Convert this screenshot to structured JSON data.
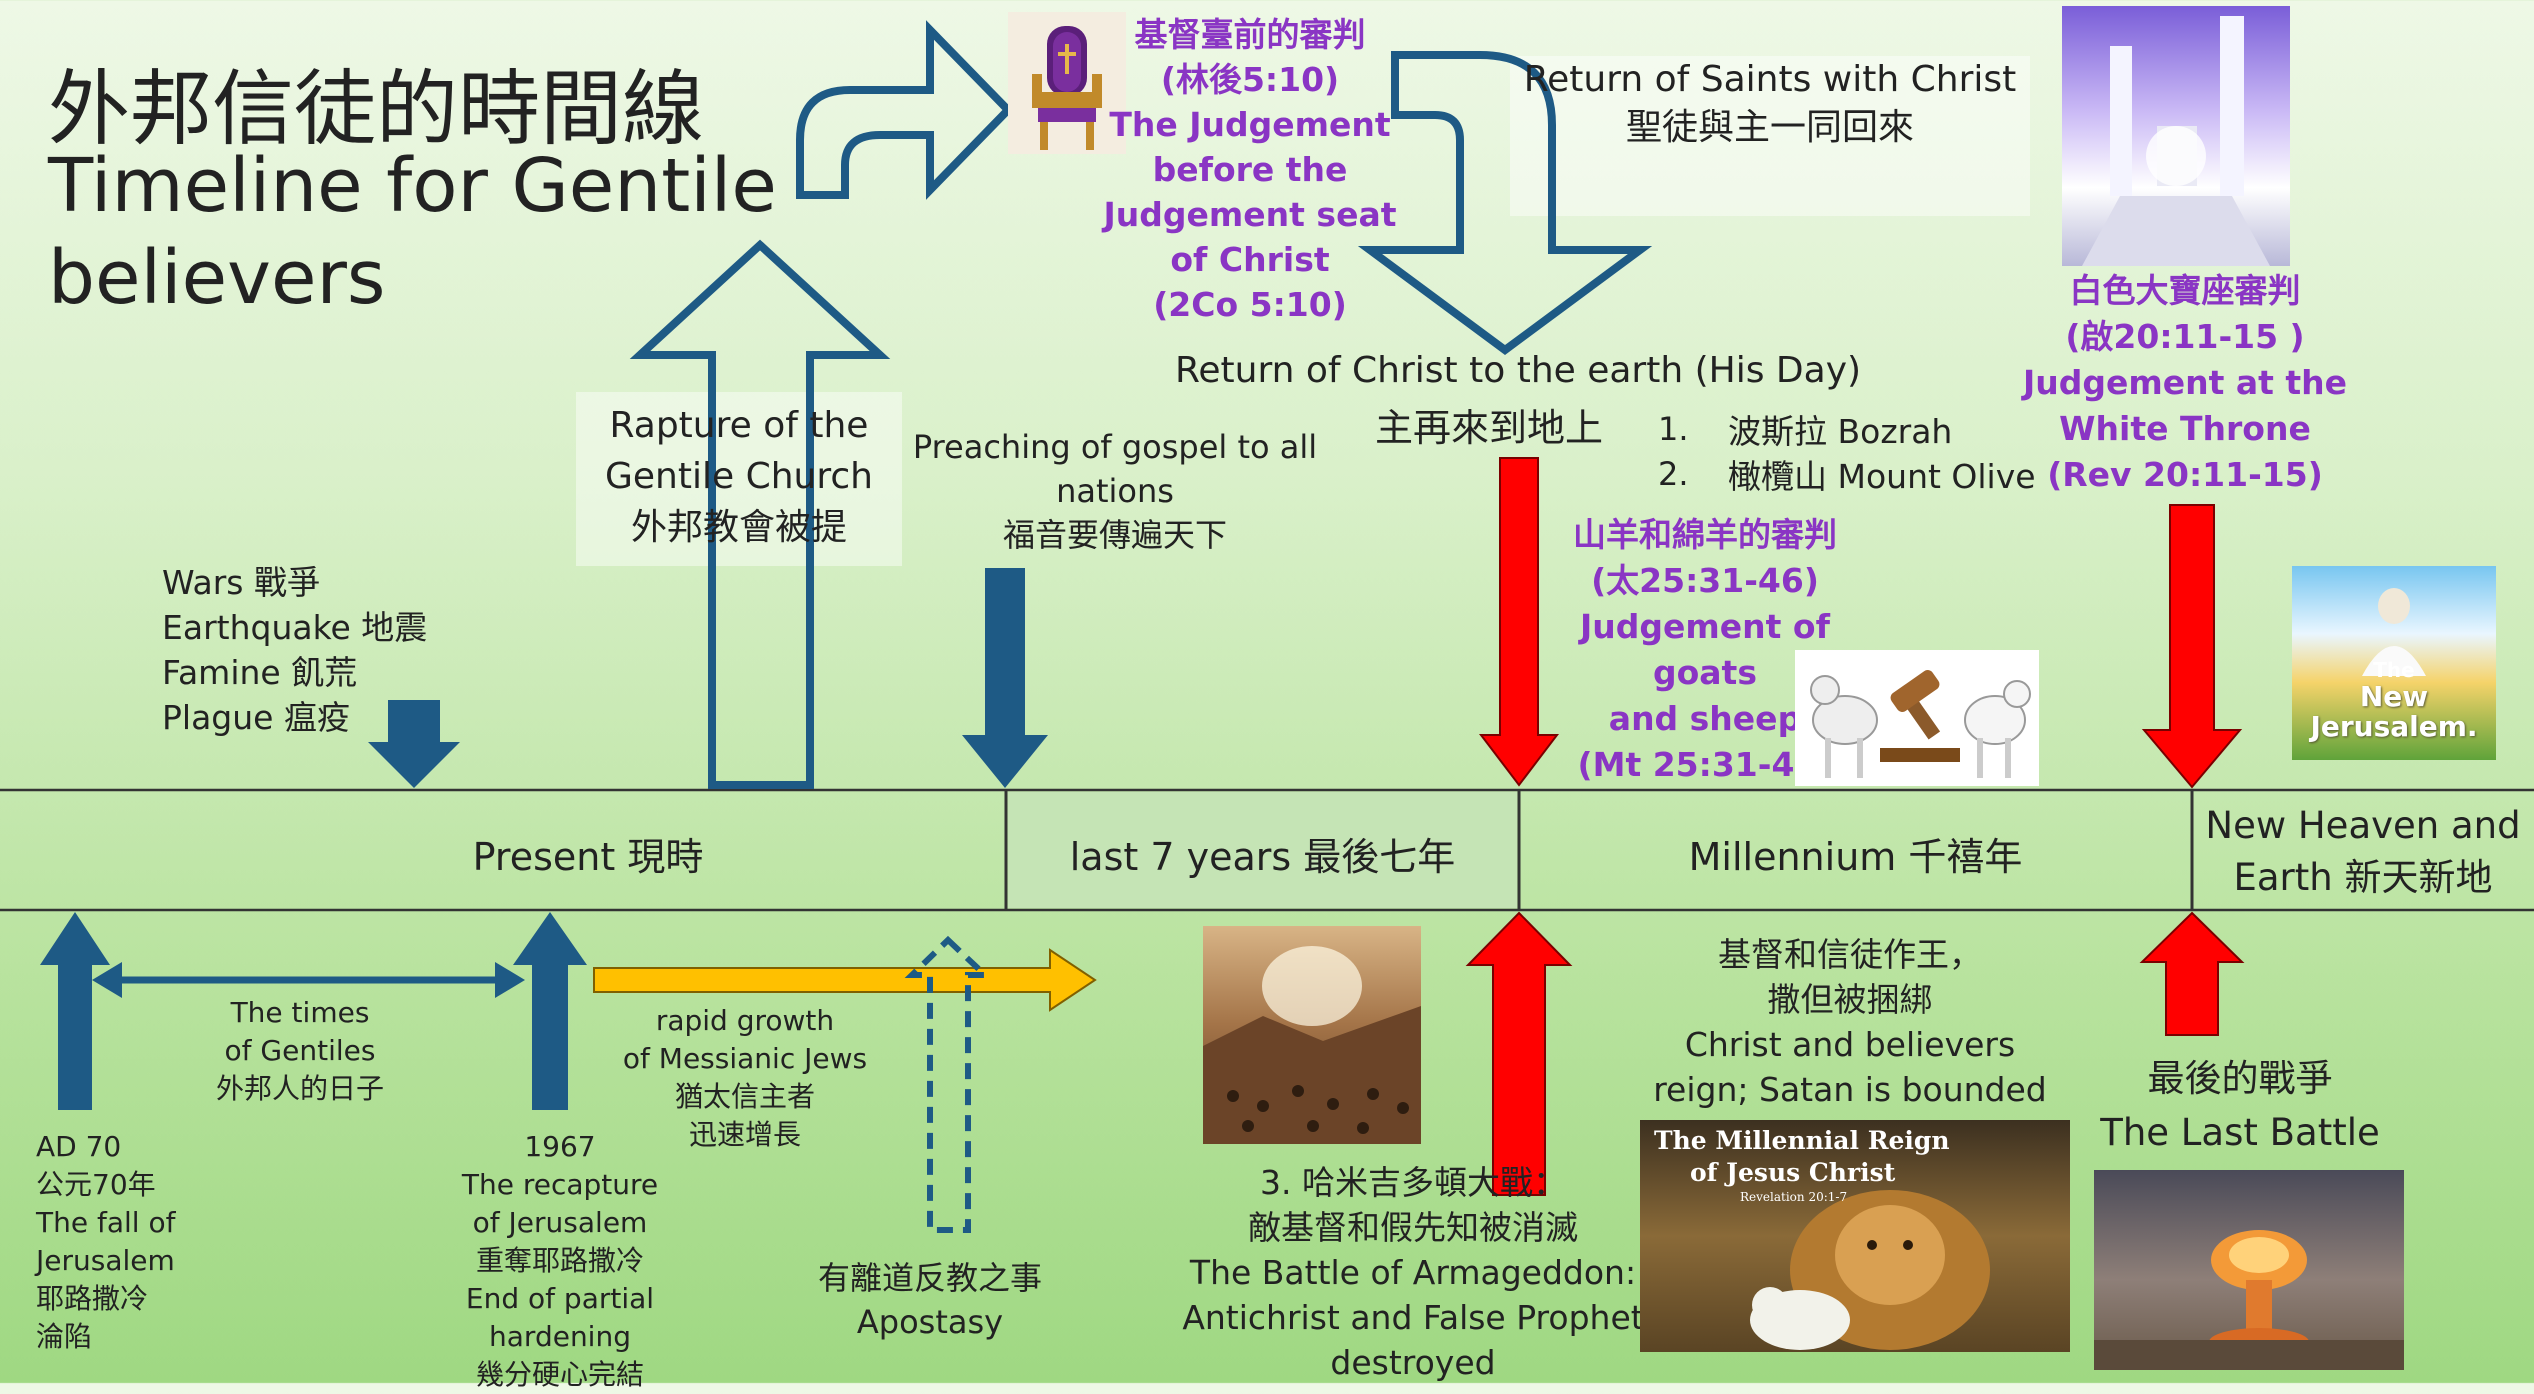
{
  "title": {
    "zh": "外邦信徒的時間線",
    "en_line1": "Timeline for Gentile",
    "en_line2": "believers"
  },
  "signs": [
    "Wars 戰爭",
    "Earthquake 地震",
    "Famine 飢荒",
    "Plague 瘟疫"
  ],
  "rapture": {
    "line1": "Rapture of the",
    "line2": "Gentile Church",
    "line3": "外邦教會被提"
  },
  "preaching": {
    "line1": "Preaching of gospel to all",
    "line2": "nations",
    "line3": "福音要傳遍天下"
  },
  "bema": {
    "zh": "基督臺前的審判",
    "ref_zh": "(林後5:10)",
    "line1": "The Judgement",
    "line2": "before the",
    "line3": "Judgement seat",
    "line4": "of Christ",
    "ref_en": "(2Co 5:10)"
  },
  "saints_return": {
    "en": "Return of Saints with Christ",
    "zh": "聖徒與主一同回來"
  },
  "christ_return": {
    "en": "Return of Christ to the earth (His Day)",
    "zh": "主再來到地上",
    "item1_num": "1.",
    "item1": "波斯拉 Bozrah",
    "item2_num": "2.",
    "item2": "橄欖山 Mount Olive"
  },
  "goats_sheep": {
    "zh": "山羊和綿羊的審判",
    "ref_zh": "(太25:31-46)",
    "line1": "Judgement of goats",
    "line2": "and sheep",
    "ref_en": "(Mt 25:31-46)"
  },
  "white_throne": {
    "zh": "白色大寶座審判",
    "ref_zh": "(啟20:11-15 )",
    "line1": "Judgement at the",
    "line2": "White Throne",
    "ref_en": "(Rev 20:11-15)"
  },
  "new_jerusalem_img": {
    "line1": "The",
    "line2": "New",
    "line3": "Jerusalem."
  },
  "timeline": {
    "present": "Present 現時",
    "last7": "last 7 years 最後七年",
    "millennium": "Millennium 千禧年",
    "new_heaven1": "New Heaven and",
    "new_heaven2": "Earth 新天新地"
  },
  "ad70": {
    "line1": "AD 70",
    "line2": "公元70年",
    "line3": "The fall of",
    "line4": "Jerusalem",
    "line5": "耶路撒冷",
    "line6": "淪陷"
  },
  "gentile_times": {
    "line1": "The times",
    "line2": "of Gentiles",
    "line3": "外邦人的日子"
  },
  "y1967": {
    "line1": "1967",
    "line2": "The recapture",
    "line3": "of Jerusalem",
    "line4": "重奪耶路撒冷",
    "line5": "End of partial hardening",
    "line6": "幾分硬心完結"
  },
  "messianic": {
    "line1": "rapid growth",
    "line2": "of Messianic Jews",
    "line3": "猶太信主者",
    "line4": "迅速增長"
  },
  "apostasy": {
    "zh": "有離道反教之事",
    "en": "Apostasy"
  },
  "armageddon": {
    "line1": "3. 哈米吉多頓大戰：",
    "line2": "敵基督和假先知被消滅",
    "line3": "The Battle of Armageddon:",
    "line4": "Antichrist and False Prophet",
    "line5": "destroyed"
  },
  "reign": {
    "line1": "基督和信徒作王，",
    "line2": "撒但被捆綁",
    "line3": "Christ and believers",
    "line4": "reign; Satan is bounded"
  },
  "reign_img": {
    "line1": "The Millennial Reign",
    "line2": "of Jesus Christ",
    "line3": "Revelation 20:1-7"
  },
  "last_battle": {
    "zh": "最後的戰爭",
    "en": "The Last Battle"
  },
  "colors": {
    "navy": "#1e5a85",
    "red": "#ff0000",
    "yellow": "#ffc000",
    "purple": "#8a35c4"
  }
}
